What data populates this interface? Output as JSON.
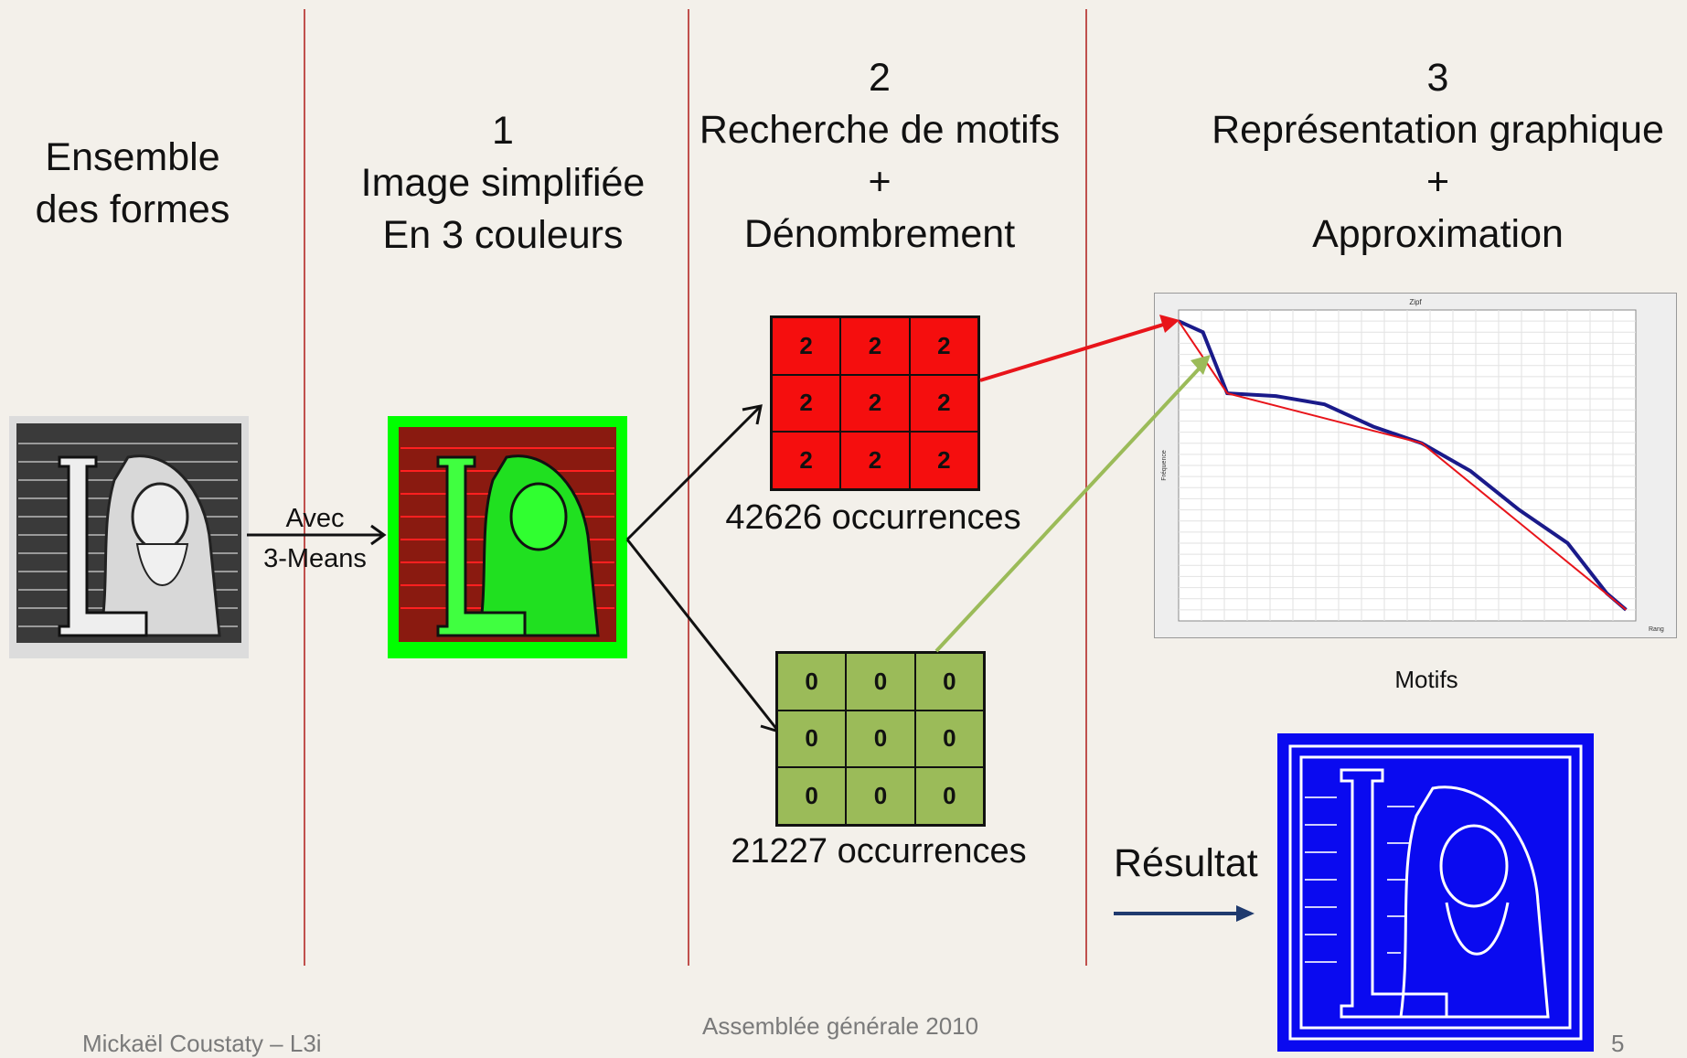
{
  "columns": {
    "col0": {
      "line1": "Ensemble",
      "line2": "des formes"
    },
    "col1": {
      "num": "1",
      "line1": "Image simplifiée",
      "line2": "En 3 couleurs"
    },
    "col2": {
      "num": "2",
      "line1": "Recherche de motifs",
      "plus": "+",
      "line2": "Dénombrement"
    },
    "col3": {
      "num": "3",
      "line1": "Représentation graphique",
      "plus": "+",
      "line2": "Approximation"
    }
  },
  "arrow_label": {
    "line1": "Avec",
    "line2": "3-Means"
  },
  "pattern_red": {
    "cells": [
      "2",
      "2",
      "2",
      "2",
      "2",
      "2",
      "2",
      "2",
      "2"
    ],
    "count": "42626 occurrences",
    "color": "#f50e0e"
  },
  "pattern_green": {
    "cells": [
      "0",
      "0",
      "0",
      "0",
      "0",
      "0",
      "0",
      "0",
      "0"
    ],
    "count": "21227 occurrences",
    "color": "#9bbb59"
  },
  "chart": {
    "caption": "Motifs"
  },
  "result": {
    "label": "Résultat",
    "color": "#0a0af0"
  },
  "footer": {
    "author": "Mickaël Coustaty – L3i",
    "event": "Assemblée générale 2010",
    "page": "5"
  },
  "colors": {
    "divider": "#c0504d",
    "arrow_red": "#e8141a",
    "arrow_green": "#9bbb59",
    "arrow_navy": "#1f3a6e"
  },
  "chart_data": {
    "type": "line",
    "title": "Zipf",
    "xlabel": "Rang",
    "ylabel": "Fréquence",
    "series": [
      {
        "values_x": [
          0.0,
          0.25,
          0.5,
          1.0,
          1.5,
          2.0,
          2.5,
          3.0,
          3.5,
          4.0,
          4.4,
          4.6
        ],
        "values_y": [
          4.6,
          4.4,
          3.3,
          3.25,
          3.1,
          2.7,
          2.4,
          1.9,
          1.2,
          0.6,
          -0.3,
          -0.6
        ]
      },
      {
        "values_x": [
          0.0,
          0.5,
          2.5,
          4.6
        ],
        "values_y": [
          4.6,
          3.3,
          2.4,
          -0.6
        ]
      }
    ]
  }
}
